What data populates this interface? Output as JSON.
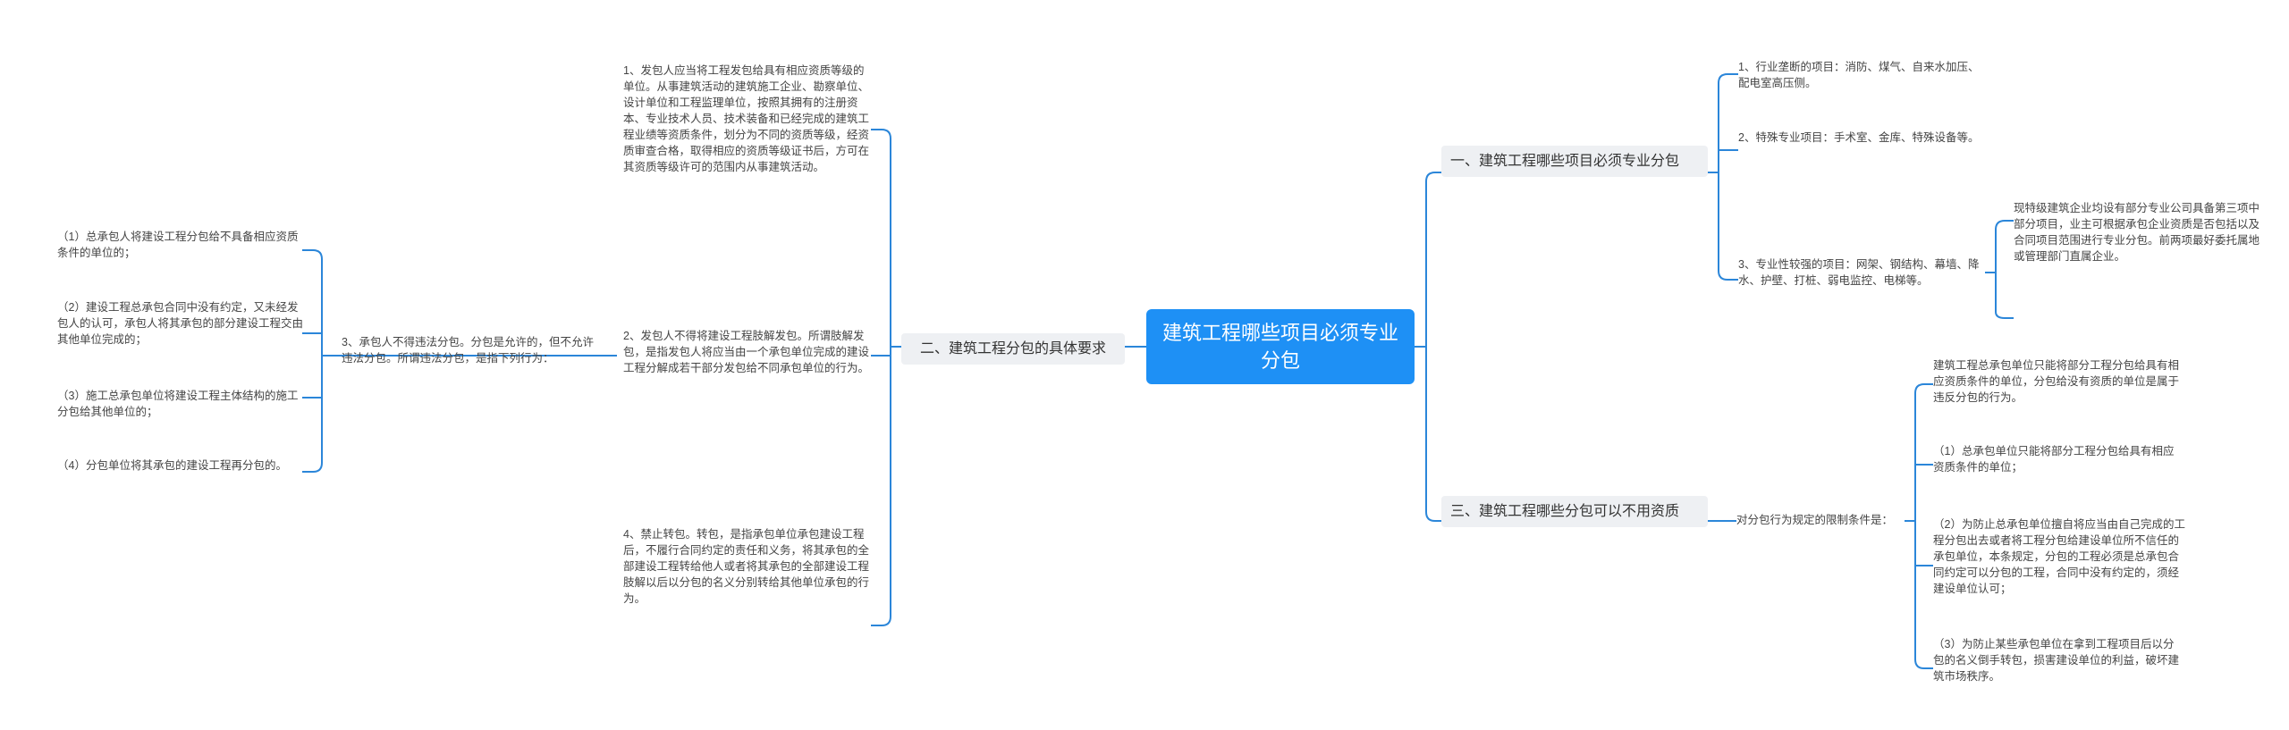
{
  "root": {
    "title": "建筑工程哪些项目必须专业分包"
  },
  "branches": {
    "b1": {
      "title": "一、建筑工程哪些项目必须专业分包",
      "items": [
        "1、行业垄断的项目：消防、煤气、自来水加压、配电室高压侧。",
        "2、特殊专业项目：手术室、金库、特殊设备等。",
        "3、专业性较强的项目：网架、钢结构、幕墙、降水、护壁、打桩、弱电监控、电梯等。"
      ],
      "sub": "现特级建筑企业均设有部分专业公司具备第三项中部分项目，业主可根据承包企业资质是否包括以及合同项目范围进行专业分包。前两项最好委托属地或管理部门直属企业。"
    },
    "b2": {
      "title": "二、建筑工程分包的具体要求",
      "items": [
        "1、发包人应当将工程发包给具有相应资质等级的单位。从事建筑活动的建筑施工企业、勘察单位、设计单位和工程监理单位，按照其拥有的注册资本、专业技术人员、技术装备和已经完成的建筑工程业绩等资质条件，划分为不同的资质等级，经资质审查合格，取得相应的资质等级证书后，方可在其资质等级许可的范围内从事建筑活动。",
        "2、发包人不得将建设工程肢解发包。所谓肢解发包，是指发包人将应当由一个承包单位完成的建设工程分解成若干部分发包给不同承包单位的行为。",
        "3、承包人不得违法分包。分包是允许的，但不允许违法分包。所谓违法分包，是指下列行为：",
        "4、禁止转包。转包，是指承包单位承包建设工程后，不履行合同约定的责任和义务，将其承包的全部建设工程转给他人或者将其承包的全部建设工程肢解以后以分包的名义分别转给其他单位承包的行为。"
      ],
      "sub": [
        "（1）总承包人将建设工程分包给不具备相应资质条件的单位的；",
        "（2）建设工程总承包合同中没有约定，又未经发包人的认可，承包人将其承包的部分建设工程交由其他单位完成的；",
        "（3）施工总承包单位将建设工程主体结构的施工分包给其他单位的；",
        "（4）分包单位将其承包的建设工程再分包的。"
      ]
    },
    "b3": {
      "title": "三、建筑工程哪些分包可以不用资质",
      "item": "对分包行为规定的限制条件是：",
      "sub": [
        "建筑工程总承包单位只能将部分工程分包给具有相应资质条件的单位，分包给没有资质的单位是属于违反分包的行为。",
        "（1）总承包单位只能将部分工程分包给具有相应资质条件的单位；",
        "（2）为防止总承包单位擅自将应当由自己完成的工程分包出去或者将工程分包给建设单位所不信任的承包单位，本条规定，分包的工程必须是总承包合同约定可以分包的工程，合同中没有约定的，须经建设单位认可；",
        "（3）为防止某些承包单位在拿到工程项目后以分包的名义倒手转包，损害建设单位的利益，破坏建筑市场秩序。"
      ]
    }
  },
  "colors": {
    "root_bg": "#1e90f5",
    "line": "#2b86d9",
    "branch_bg": "#eef0f3"
  }
}
